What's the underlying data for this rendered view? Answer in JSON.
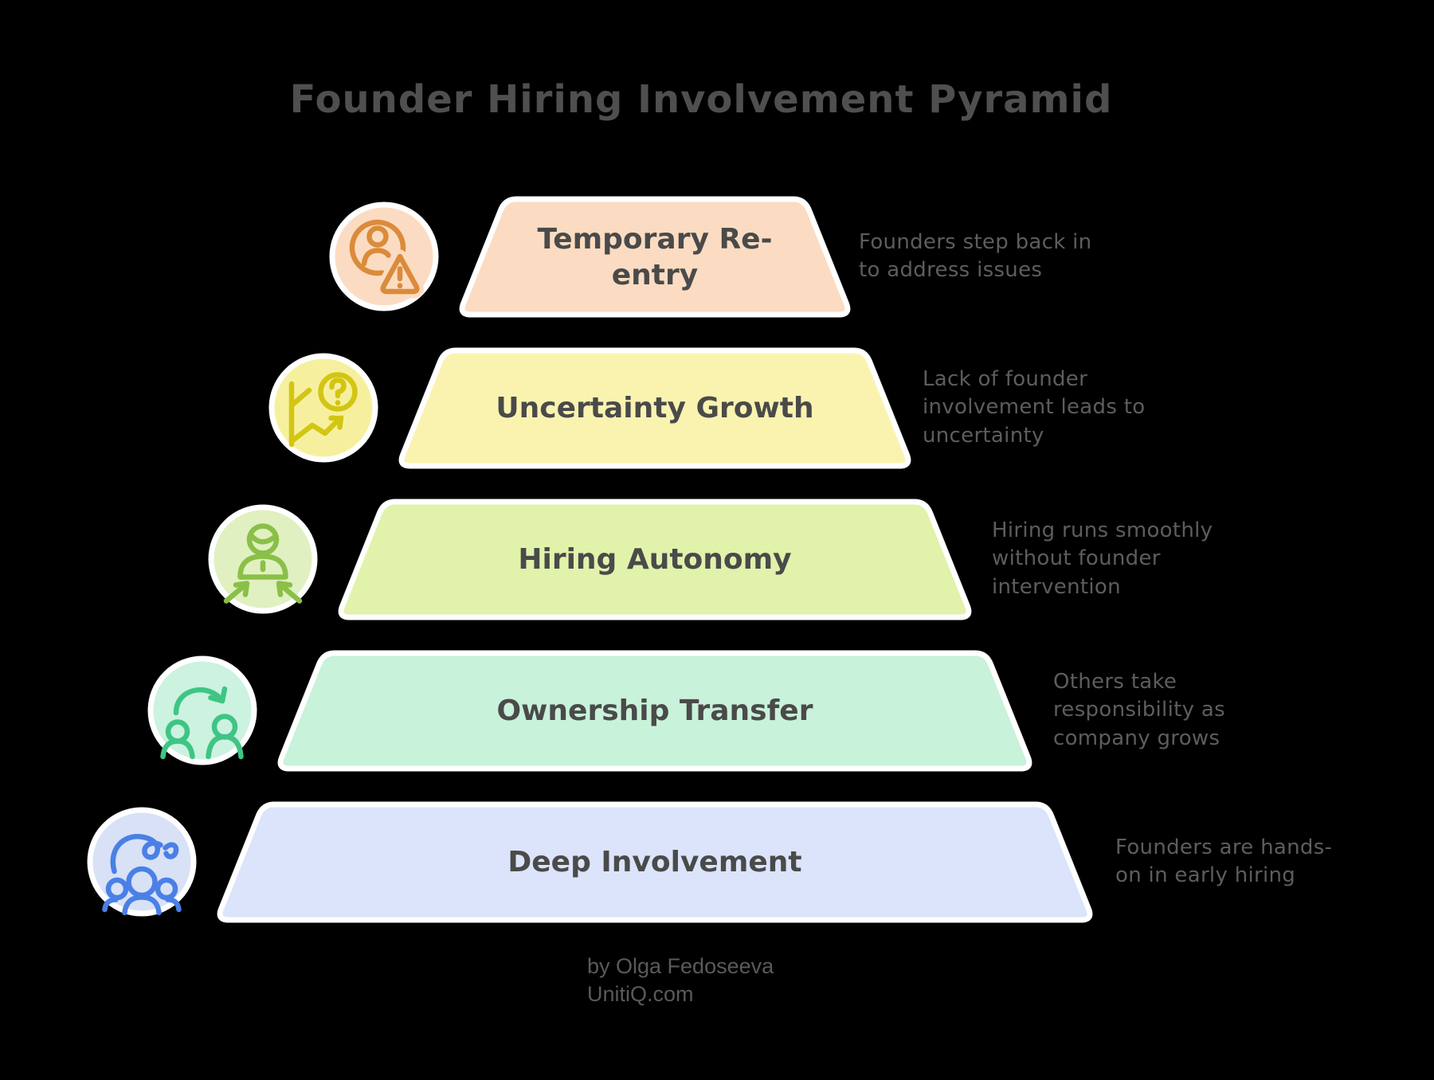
{
  "title": "Founder Hiring Involvement Pyramid",
  "background": "#000000",
  "text_colors": {
    "title": "#4f4f4f",
    "label": "#4a4a4a",
    "description": "#5d5d5d",
    "credit": "#5a5a5a"
  },
  "levels": [
    {
      "label": "Temporary Re-\nentry",
      "description": "Founders step back in\nto address issues",
      "icon": "person-alert-icon",
      "colors": {
        "fill": "#fbdcc2",
        "icon_bg": "#fbdcc2",
        "icon_stroke": "#db8b3b"
      }
    },
    {
      "label": "Uncertainty Growth",
      "description": "Lack of founder\ninvolvement leads to\nuncertainty",
      "icon": "chart-question-icon",
      "colors": {
        "fill": "#faf3b0",
        "icon_bg": "#f6f09e",
        "icon_stroke": "#d3c513"
      }
    },
    {
      "label": "Hiring Autonomy",
      "description": "Hiring runs smoothly\nwithout founder\nintervention",
      "icon": "person-arrows-icon",
      "colors": {
        "fill": "#e1f2ab",
        "icon_bg": "#e0f0c0",
        "icon_stroke": "#8abf48"
      }
    },
    {
      "label": "Ownership Transfer",
      "description": "Others take\nresponsibility as\ncompany grows",
      "icon": "people-transfer-icon",
      "colors": {
        "fill": "#c8f2da",
        "icon_bg": "#ccf2e0",
        "icon_stroke": "#3ec584"
      }
    },
    {
      "label": "Deep Involvement",
      "description": "Founders are hands-\non in early hiring",
      "icon": "team-huddle-icon",
      "colors": {
        "fill": "#dbe4fa",
        "icon_bg": "#d8e1f6",
        "icon_stroke": "#4a80e6"
      }
    }
  ],
  "credit": {
    "line1": "by Olga Fedoseeva",
    "line2": "UnitiQ.com"
  }
}
